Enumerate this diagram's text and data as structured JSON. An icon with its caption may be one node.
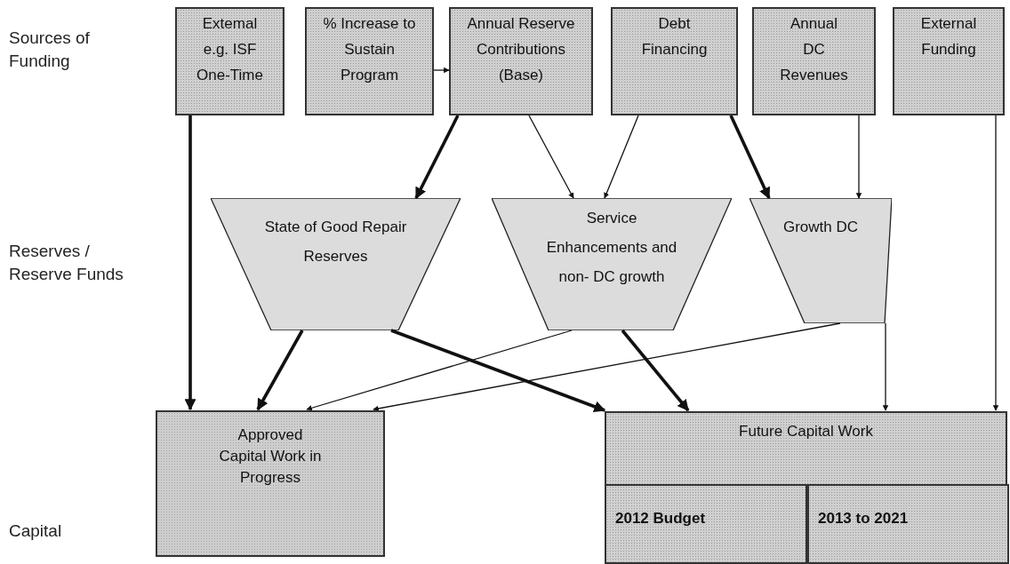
{
  "diagram": {
    "nodes": [
      {
        "text": [
          "Extemal e.g. ISF One-Time"
        ]
      },
      {
        "text": [
          "% Increase to Sustain Program"
        ]
      },
      {
        "text": [
          "Annual Reserve Contributions (Base)"
        ]
      },
      {
        "text": [
          "Debt Financing"
        ]
      },
      {
        "text": [
          "Annual DC Revenues"
        ]
      },
      {
        "text": [
          "External Funding"
        ]
      },
      {
        "text": [
          "State of Good Repair Reserves"
        ]
      },
      {
        "text": [
          "Service Enhancements and non- DC growth"
        ]
      },
      {
        "text": [
          "Growth DC"
        ]
      },
      {
        "text": [
          "Approved Capital Work in Progress"
        ]
      },
      {
        "text": [
          "Future Capital Work"
        ]
      },
      {
        "text": [
          "2012 Budget"
        ],
        "in": 10
      },
      {
        "text": [
          "2013 to 2021"
        ],
        "in": 10
      }
    ],
    "edges": [
      {
        "from": 0,
        "to": 9,
        "arrow": "to",
        "style": "thick"
      },
      {
        "from": 1,
        "to": 2,
        "arrow": "to"
      },
      {
        "from": 2,
        "to": 6,
        "arrow": "to",
        "style": "thick"
      },
      {
        "from": 2,
        "to": 7,
        "arrow": "to"
      },
      {
        "from": 3,
        "to": 7,
        "arrow": "to"
      },
      {
        "from": 3,
        "to": 8,
        "arrow": "to",
        "style": "thick"
      },
      {
        "from": 4,
        "to": 8,
        "arrow": "to"
      },
      {
        "from": 5,
        "to": 10,
        "arrow": "to"
      },
      {
        "from": 6,
        "to": 9,
        "arrow": "to",
        "style": "thick"
      },
      {
        "from": 6,
        "to": 10,
        "arrow": "to",
        "style": "thick"
      },
      {
        "from": 7,
        "to": 9,
        "arrow": "to"
      },
      {
        "from": 7,
        "to": 10,
        "arrow": "to",
        "style": "thick"
      },
      {
        "from": 8,
        "to": 9,
        "arrow": "to"
      },
      {
        "from": 8,
        "to": 10,
        "arrow": "to"
      }
    ],
    "labels": [
      "Sources of Funding",
      "Reserves / Reserve Funds",
      "Capital"
    ]
  }
}
